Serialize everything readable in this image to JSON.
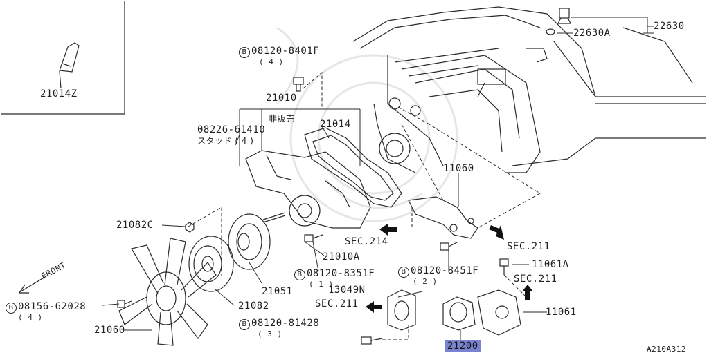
{
  "labels": {
    "p21014z": "21014Z",
    "p22630": "22630",
    "p22630a": "22630A",
    "b_8401f": "08120-8401F",
    "b_8401f_qty": "( 4 )",
    "p21010": "21010",
    "hihanbai": "非販売",
    "p21014": "21014",
    "stud_code": "08226-61410",
    "stud_qty": "スタッド ( 4 )",
    "p11060": "11060",
    "p21082c": "21082C",
    "sec214": "SEC.214",
    "sec211_a": "SEC.211",
    "p21010a": "21010A",
    "b_8351f": "08120-8351F",
    "b_8351f_qty": "( 1 )",
    "b_8451f": "08120-8451F",
    "b_8451f_qty": "( 2 )",
    "p11061a": "11061A",
    "sec211_b": "SEC.211",
    "p21051": "21051",
    "p13049n": "13049N",
    "front": "FRONT",
    "b_62028": "08156-62028",
    "b_62028_qty": "( 4 )",
    "p21082": "21082",
    "sec211_c": "SEC.211",
    "p11061": "11061",
    "p21060": "21060",
    "b_81428": "08120-81428",
    "b_81428_qty": "( 3 )",
    "p21200": "21200",
    "code": "A210A312"
  },
  "bolt_prefix": "B",
  "colors": {
    "line": "#2a2a2a",
    "highlight": "#7a83cf",
    "watermark": "#e6e6e6"
  }
}
